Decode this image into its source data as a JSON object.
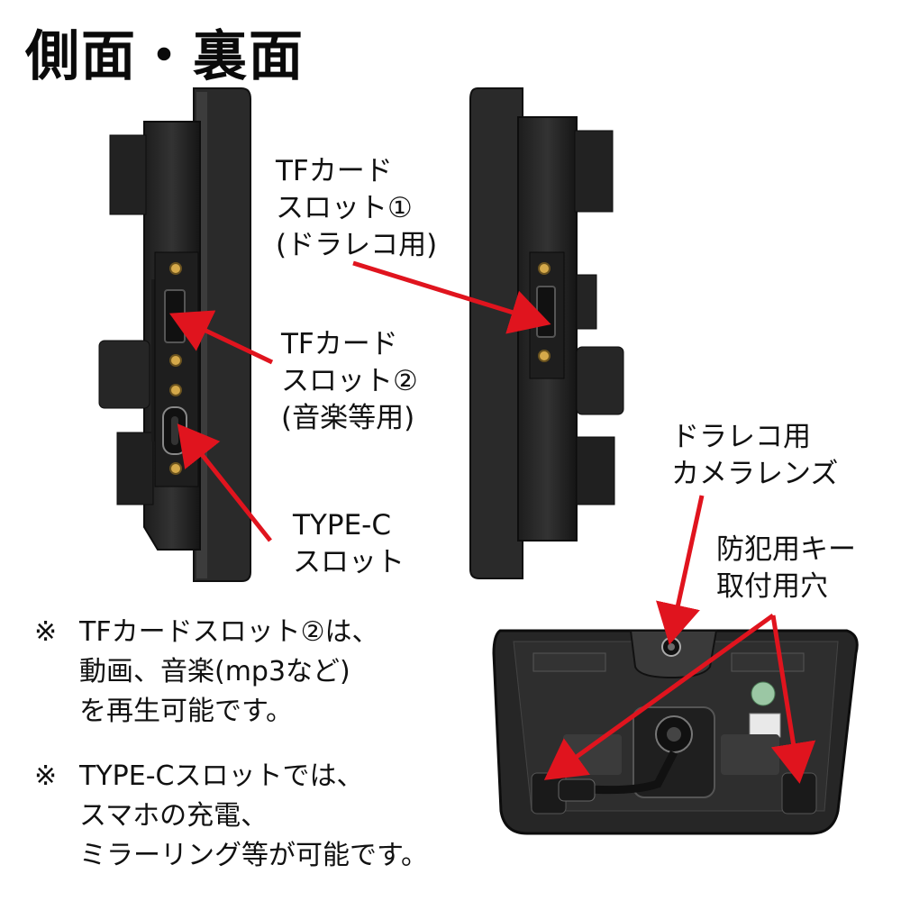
{
  "title": "側面・裏面",
  "labels": {
    "tf_slot1": [
      "TFカード",
      "スロット①",
      "(ドラレコ用)"
    ],
    "tf_slot2": [
      "TFカード",
      "スロット②",
      "(音楽等用)"
    ],
    "type_c": [
      "TYPE-C",
      "スロット"
    ],
    "dashcam_lens": [
      "ドラレコ用",
      "カメラレンズ"
    ],
    "anti_theft": [
      "防犯用キー",
      "取付用穴"
    ]
  },
  "notes": [
    {
      "mark": "※",
      "lines": [
        "TFカードスロット②は、",
        "動画、音楽(mp3など)",
        "を再生可能です。"
      ]
    },
    {
      "mark": "※",
      "lines": [
        "TYPE-Cスロットでは、",
        "スマホの充電、",
        "ミラーリング等が可能です。"
      ]
    }
  ],
  "colors": {
    "arrow": "#e0141e"
  }
}
